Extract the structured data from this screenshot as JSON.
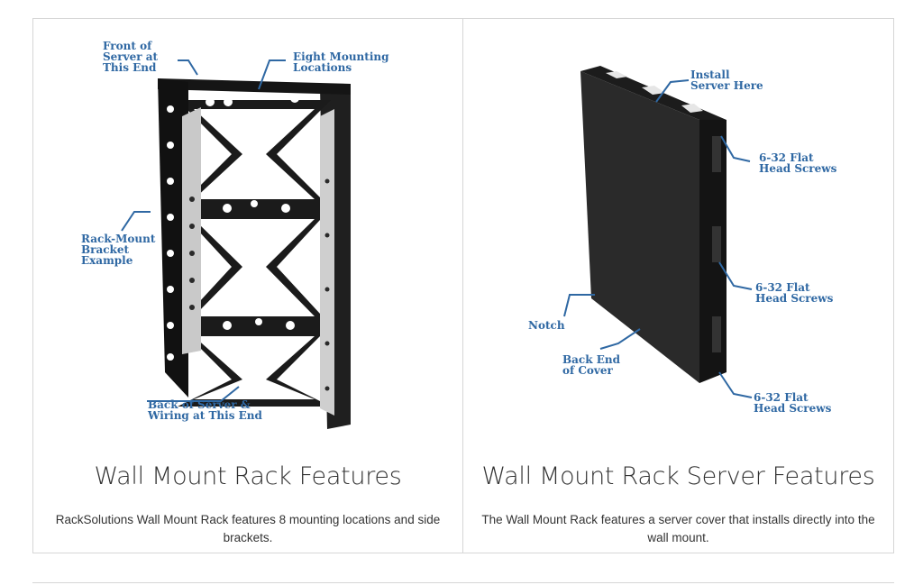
{
  "panels": [
    {
      "title": "Wall Mount Rack Features",
      "description": "RackSolutions Wall Mount Rack features 8 mounting locations and side brackets.",
      "callouts": {
        "front": "Front of\nServer at\nThis End",
        "mounting": "Eight Mounting\nLocations",
        "bracket": "Rack-Mount\nBracket\nExample",
        "back": "Back of Server &\nWiring at This End"
      }
    },
    {
      "title": "Wall Mount Rack Server Features",
      "description": "The Wall Mount Rack features a server cover that installs directly into the wall mount.",
      "callouts": {
        "install": "Install\nServer Here",
        "screws1": "6-32 Flat\nHead Screws",
        "screws2": "6-32 Flat\nHead Screws",
        "screws3": "6-32 Flat\nHead Screws",
        "notch": "Notch",
        "backend": "Back End\nof Cover"
      }
    }
  ],
  "colors": {
    "callout": "#2f68a3",
    "frame": "#1b1b1b",
    "bracket": "#c9c9c9"
  }
}
